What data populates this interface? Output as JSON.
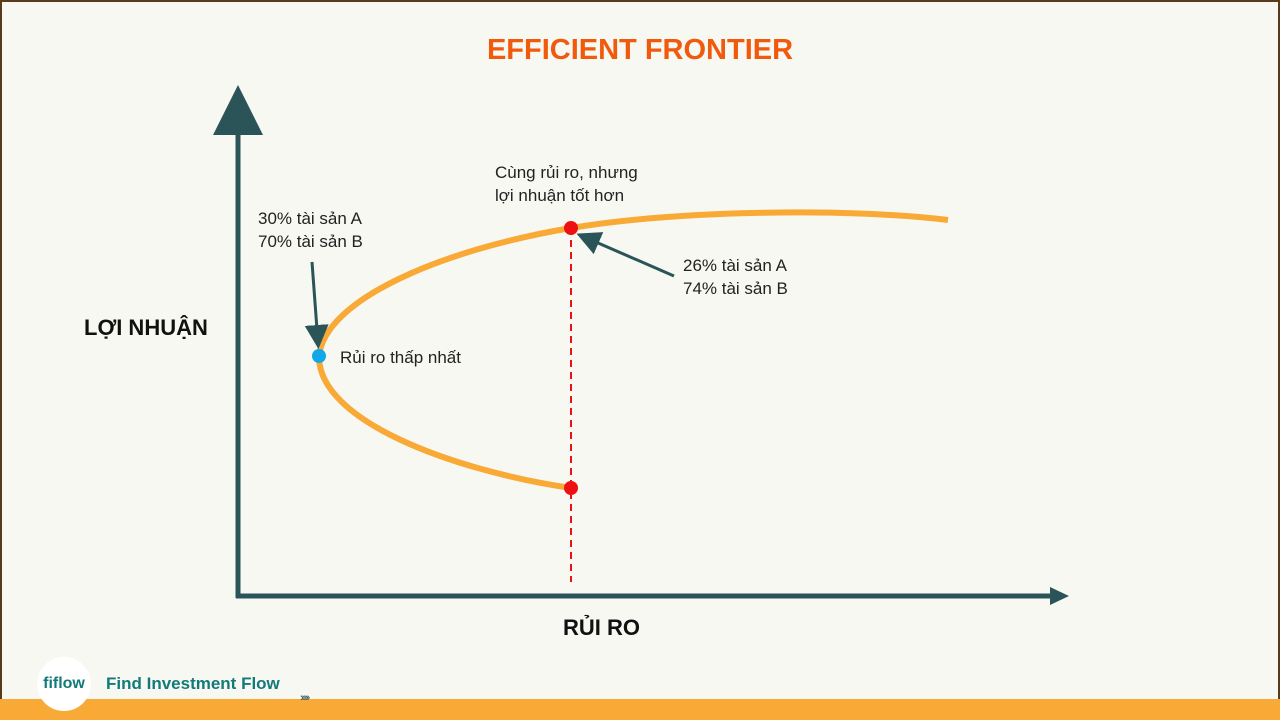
{
  "title": "EFFICIENT FRONTIER",
  "y_axis_label": "LỢI NHUẬN",
  "x_axis_label": "RỦI RO",
  "annotations": {
    "min_risk_mix": [
      "30% tài sản A",
      "70% tài sản B"
    ],
    "min_risk_label": "Rủi ro thấp nhất",
    "better_return_label": [
      "Cùng rủi ro, nhưng",
      "lợi nhuận tốt hơn"
    ],
    "efficient_mix": [
      "26% tài sản A",
      "74% tài sản B"
    ]
  },
  "colors": {
    "curve": "#f9a935",
    "axis": "#2a5457",
    "min_point": "#12a8e8",
    "points": "#ee1111",
    "title": "#f05a0c"
  },
  "footer": {
    "logo": "fiflow",
    "brand": "Find Investment Flow",
    "chevrons": "›››››"
  }
}
